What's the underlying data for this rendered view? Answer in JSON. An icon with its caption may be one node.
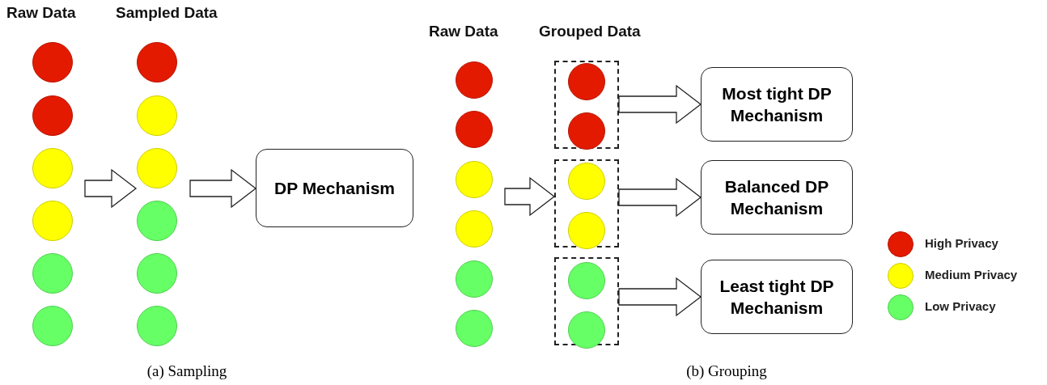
{
  "diagram": {
    "nodes": [
      {
        "text": [
          "Raw Data"
        ]
      },
      {
        "text": [],
        "shape": "circle",
        "in": 0
      },
      {
        "text": [],
        "shape": "circle",
        "in": 0
      },
      {
        "text": [],
        "shape": "circle",
        "in": 0
      },
      {
        "text": [],
        "shape": "circle",
        "in": 0
      },
      {
        "text": [],
        "shape": "circle",
        "in": 0
      },
      {
        "text": [],
        "shape": "circle",
        "in": 0
      },
      {
        "text": [
          "Sampled Data"
        ]
      },
      {
        "text": [],
        "shape": "circle",
        "in": 7
      },
      {
        "text": [],
        "shape": "circle",
        "in": 7
      },
      {
        "text": [],
        "shape": "circle",
        "in": 7
      },
      {
        "text": [],
        "shape": "circle",
        "in": 7
      },
      {
        "text": [],
        "shape": "circle",
        "in": 7
      },
      {
        "text": [],
        "shape": "circle",
        "in": 7
      },
      {
        "text": [
          "DP Mechanism"
        ]
      },
      {
        "text": [
          "Raw Data"
        ]
      },
      {
        "text": [],
        "shape": "circle",
        "in": 15
      },
      {
        "text": [],
        "shape": "circle",
        "in": 15
      },
      {
        "text": [],
        "shape": "circle",
        "in": 15
      },
      {
        "text": [],
        "shape": "circle",
        "in": 15
      },
      {
        "text": [],
        "shape": "circle",
        "in": 15
      },
      {
        "text": [],
        "shape": "circle",
        "in": 15
      },
      {
        "text": [
          "Grouped Data"
        ]
      },
      {
        "text": [],
        "shape": "box",
        "in": 22
      },
      {
        "text": [],
        "shape": "circle",
        "in": 23
      },
      {
        "text": [],
        "shape": "circle",
        "in": 23
      },
      {
        "text": [],
        "shape": "box",
        "in": 22
      },
      {
        "text": [],
        "shape": "circle",
        "in": 26
      },
      {
        "text": [],
        "shape": "circle",
        "in": 26
      },
      {
        "text": [],
        "shape": "box",
        "in": 22
      },
      {
        "text": [],
        "shape": "circle",
        "in": 29
      },
      {
        "text": [],
        "shape": "circle",
        "in": 29
      },
      {
        "text": [
          "Most tight DP Mechanism"
        ]
      },
      {
        "text": [
          "Balanced DP Mechanism"
        ]
      },
      {
        "text": [
          "Least tight DP Mechanism"
        ]
      }
    ],
    "edges": [
      {
        "from": 0,
        "to": 7,
        "arrow": "to"
      },
      {
        "from": 7,
        "to": 14,
        "arrow": "to"
      },
      {
        "from": 15,
        "to": 26,
        "arrow": "to"
      },
      {
        "from": 23,
        "to": 32,
        "arrow": "to"
      },
      {
        "from": 26,
        "to": 33,
        "arrow": "to"
      },
      {
        "from": 29,
        "to": 34,
        "arrow": "to"
      }
    ],
    "labels": [
      "(a) Sampling",
      "(b) Grouping"
    ],
    "legend": [
      {
        "text": "High Privacy",
        "color": "#e31a00"
      },
      {
        "text": "Medium Privacy",
        "color": "#ffff00"
      },
      {
        "text": "Low Privacy",
        "color": "#66ff66"
      }
    ]
  }
}
